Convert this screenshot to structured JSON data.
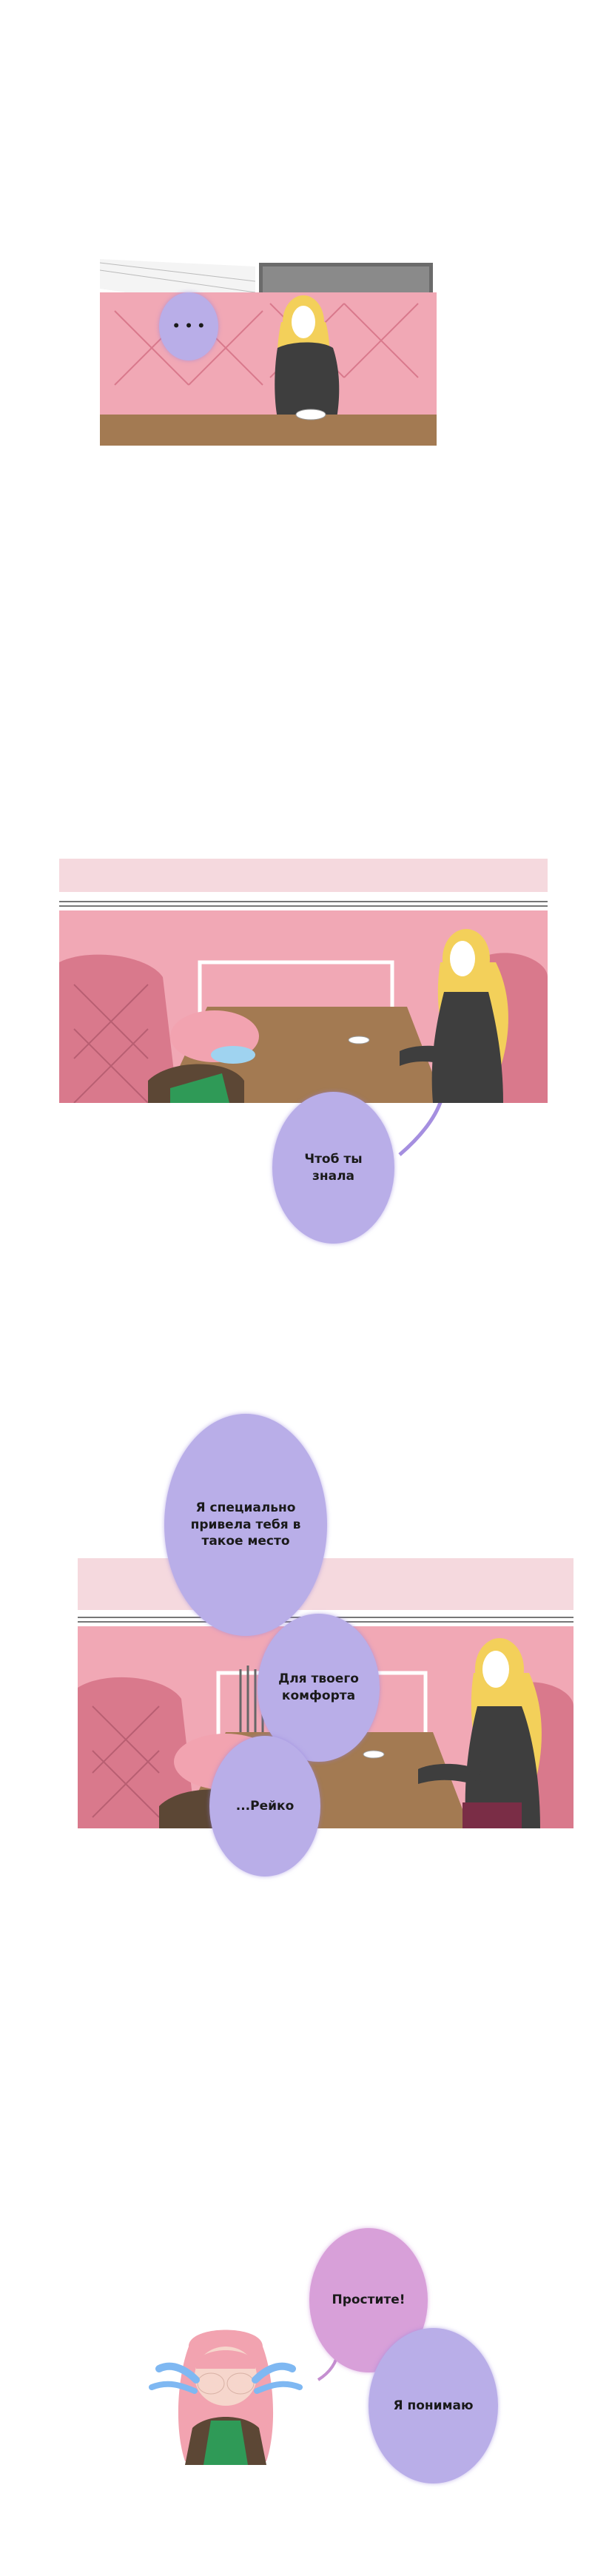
{
  "colors": {
    "booth_pink": "#f1a8b5",
    "booth_dark": "#d9798c",
    "table_brown": "#a37a52",
    "bubble_purple": "#b9aee8",
    "bubble_pink": "#d8a0d9",
    "hair_blonde": "#f3d05a",
    "hair_pink": "#f2a3b0"
  },
  "scenes": [
    {
      "bubbles": [
        {
          "text": "• • •"
        }
      ]
    },
    {
      "bubbles": [
        {
          "text": "Чтоб ты знала"
        }
      ]
    },
    {
      "bubbles": [
        {
          "text": "Я специально привела тебя в такое место"
        },
        {
          "text": "Для твоего комфорта"
        },
        {
          "text": "...Рейко"
        }
      ]
    },
    {
      "bubbles": [
        {
          "text": "Простите!"
        },
        {
          "text": "Я понимаю"
        }
      ]
    }
  ]
}
